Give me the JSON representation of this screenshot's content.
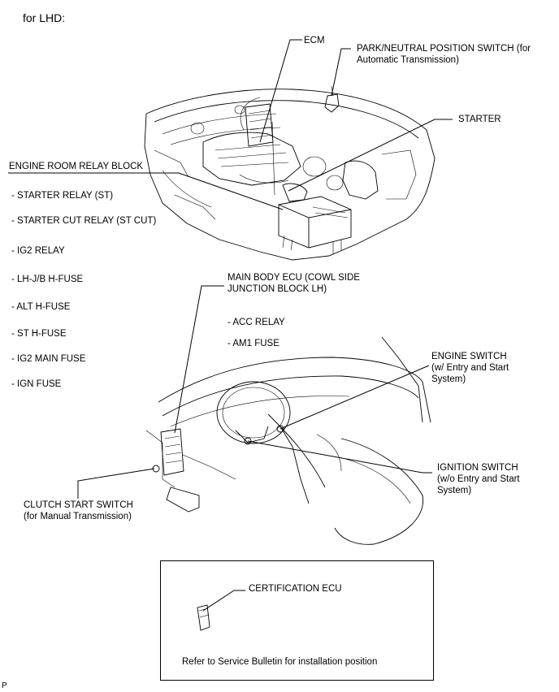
{
  "heading": "for LHD:",
  "labels": {
    "ecm": "ECM",
    "park_neutral": "PARK/NEUTRAL POSITION SWITCH (for\nAutomatic Transmission)",
    "starter": "STARTER",
    "engine_room_relay_block": "ENGINE ROOM RELAY BLOCK",
    "starter_relay": "- STARTER RELAY (ST)",
    "starter_cut_relay": "- STARTER CUT RELAY (ST CUT)",
    "ig2_relay": "- IG2 RELAY",
    "lh_jb_hfuse": "- LH-J/B H-FUSE",
    "alt_hfuse": "- ALT H-FUSE",
    "st_hfuse": "- ST H-FUSE",
    "ig2_main_fuse": "- IG2 MAIN FUSE",
    "ign_fuse": "- IGN FUSE",
    "main_body_ecu": "MAIN BODY ECU (COWL SIDE\nJUNCTION BLOCK LH)",
    "acc_relay": "- ACC RELAY",
    "am1_fuse": "- AM1 FUSE",
    "engine_switch": "ENGINE SWITCH\n(w/ Entry and Start\nSystem)",
    "ignition_switch": "IGNITION SWITCH\n(w/o Entry and Start\nSystem)",
    "clutch_start_switch": "CLUTCH START SWITCH\n(for Manual Transmission)",
    "certification_ecu": "CERTIFICATION ECU",
    "service_bulletin": "Refer to Service Bulletin for installation position",
    "page_mark": "P"
  }
}
